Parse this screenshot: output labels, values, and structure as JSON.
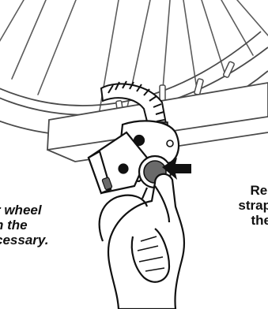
{
  "captions": {
    "left_lines": [
      "r wheel",
      "n the",
      "cessary."
    ],
    "right_lines": [
      "Rel",
      "strap",
      "the"
    ]
  },
  "colors": {
    "ink": "#111111",
    "paper": "#ffffff",
    "wheel_line": "#5c5c5c",
    "strap_band": "#6a6a6a"
  },
  "icons": {
    "pointer": "arrow-pointing-left"
  }
}
